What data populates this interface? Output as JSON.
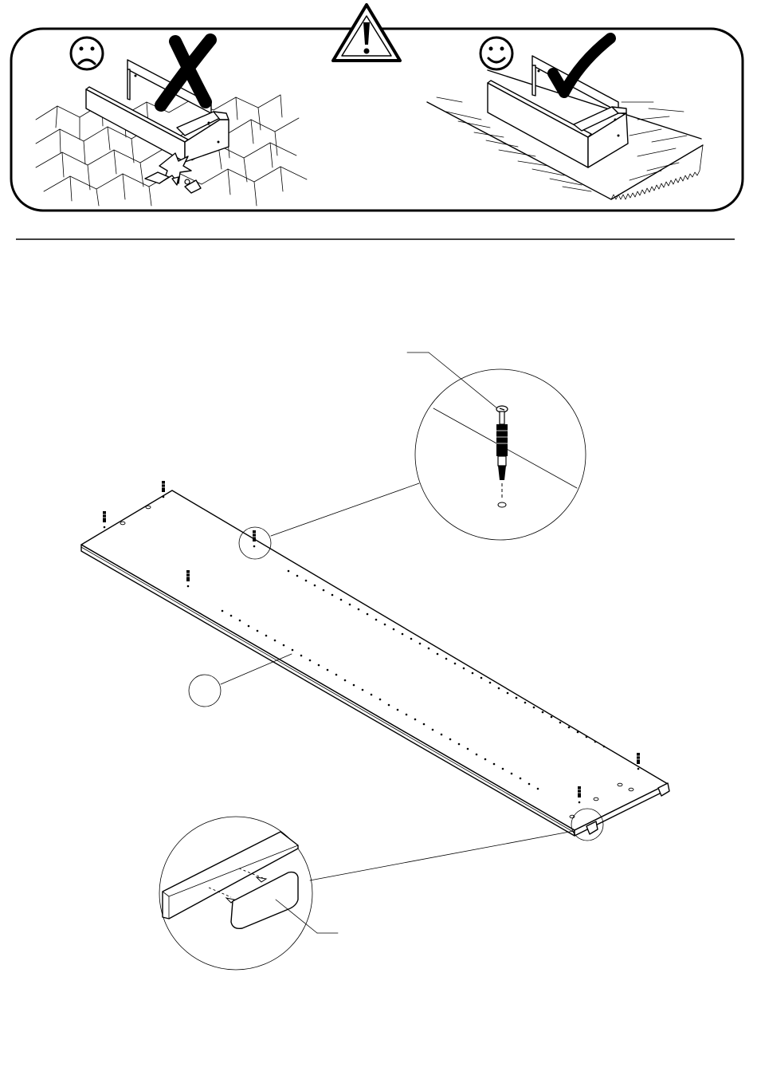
{
  "warning": {
    "frame_icon": "warning-triangle-icon",
    "wrong": {
      "face_icon": "sad-face-icon",
      "mark_icon": "cross-mark-icon",
      "surface": "hard-tile-floor"
    },
    "right": {
      "face_icon": "smiley-face-icon",
      "mark_icon": "check-mark-icon",
      "surface": "soft-carpet"
    }
  },
  "main_illustration": {
    "part": "long-panel",
    "fittings": [
      "cam-bolt-icon",
      "glide-foot-icon"
    ],
    "detail_callouts": [
      {
        "name": "cam-bolt-detail",
        "fitting_icon": "cam-bolt-icon"
      },
      {
        "name": "glide-foot-detail",
        "fitting_icon": "glide-foot-icon"
      }
    ],
    "part_label_circle": ""
  },
  "colors": {
    "line": "#000000",
    "background": "#ffffff"
  }
}
